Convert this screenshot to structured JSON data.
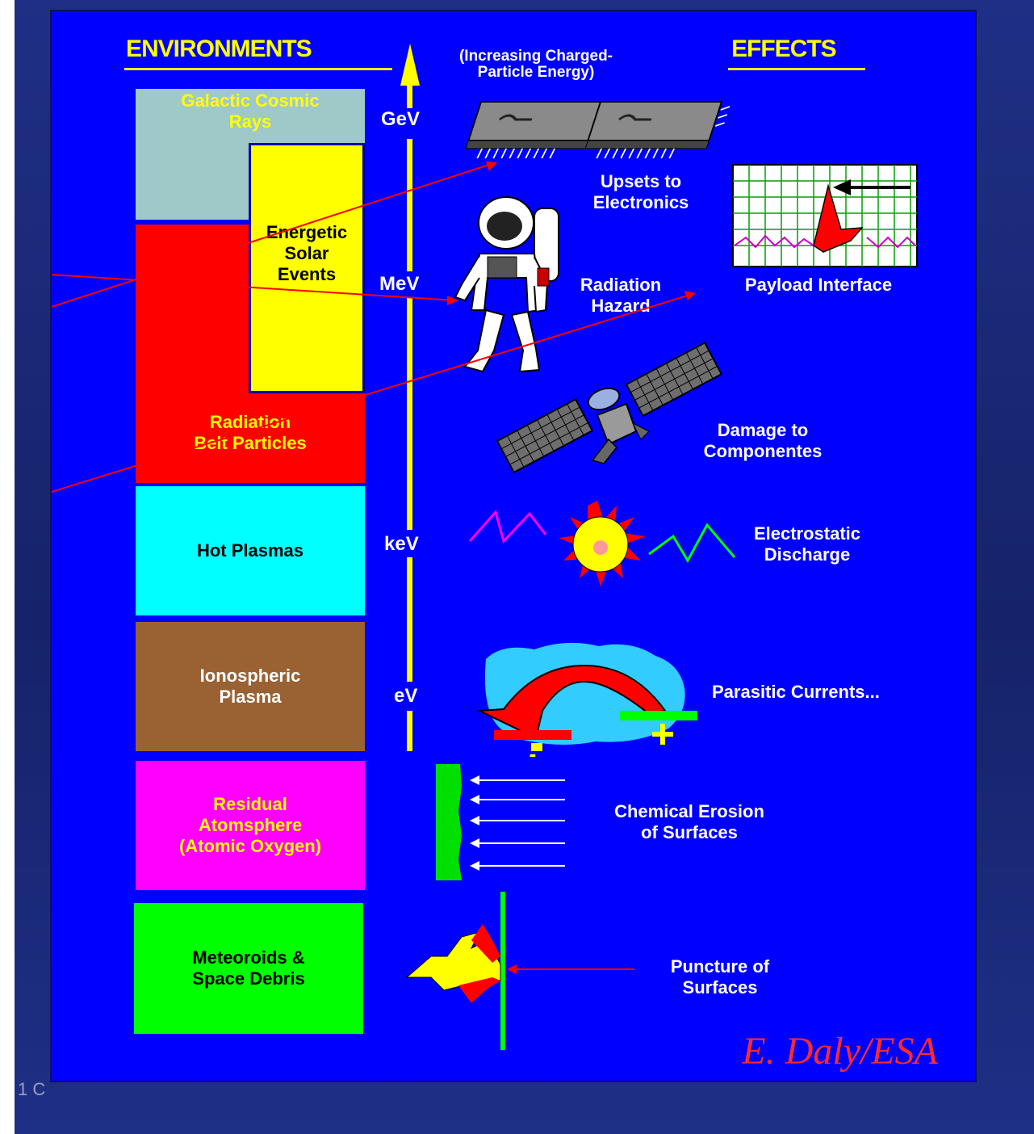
{
  "headers": {
    "environments": "ENVIRONMENTS",
    "effects": "EFFECTS",
    "energy_note": "(Increasing Charged-\nParticle Energy)"
  },
  "axis_ticks": [
    "GeV",
    "MeV",
    "keV",
    "eV"
  ],
  "environments": {
    "galactic_cosmic_rays": "Galactic Cosmic\nRays",
    "energetic_solar_events": "Energetic\nSolar\nEvents",
    "radiation_belt_particles": "Radiation\nBelt Particles",
    "hot_plasmas": "Hot Plasmas",
    "ionospheric_plasma": "Ionospheric\nPlasma",
    "residual_atmosphere": "Residual\nAtomsphere\n(Atomic Oxygen)",
    "meteoroids": "Meteoroids &\nSpace Debris"
  },
  "effects": {
    "upsets": "Upsets to\nElectronics",
    "payload": "Payload Interface",
    "radiation_hazard": "Radiation\nHazard",
    "damage": "Damage to\nComponentes",
    "esd": "Electrostatic\nDischarge",
    "parasitic": "Parasitic Currents...",
    "erosion": "Chemical Erosion\nof Surfaces",
    "puncture": "Puncture of\nSurfaces"
  },
  "signs": {
    "minus": "-",
    "plus": "+"
  },
  "credit": "E. Daly/ESA",
  "page_fragment": "1 C",
  "colors": {
    "figure_background": "#0000fe",
    "galactic_cosmic_rays": "#9fc9c9",
    "energetic_solar_events": "#ffff00",
    "radiation_belt_particles": "#ff0000",
    "hot_plasmas": "#00ffff",
    "ionospheric_plasma": "#9a6232",
    "residual_atmosphere": "#ff00ff",
    "meteoroids": "#00ff00",
    "axis": "#ffff00",
    "pointer_lines": "#ff0000",
    "credit": "#ff2a2a"
  }
}
